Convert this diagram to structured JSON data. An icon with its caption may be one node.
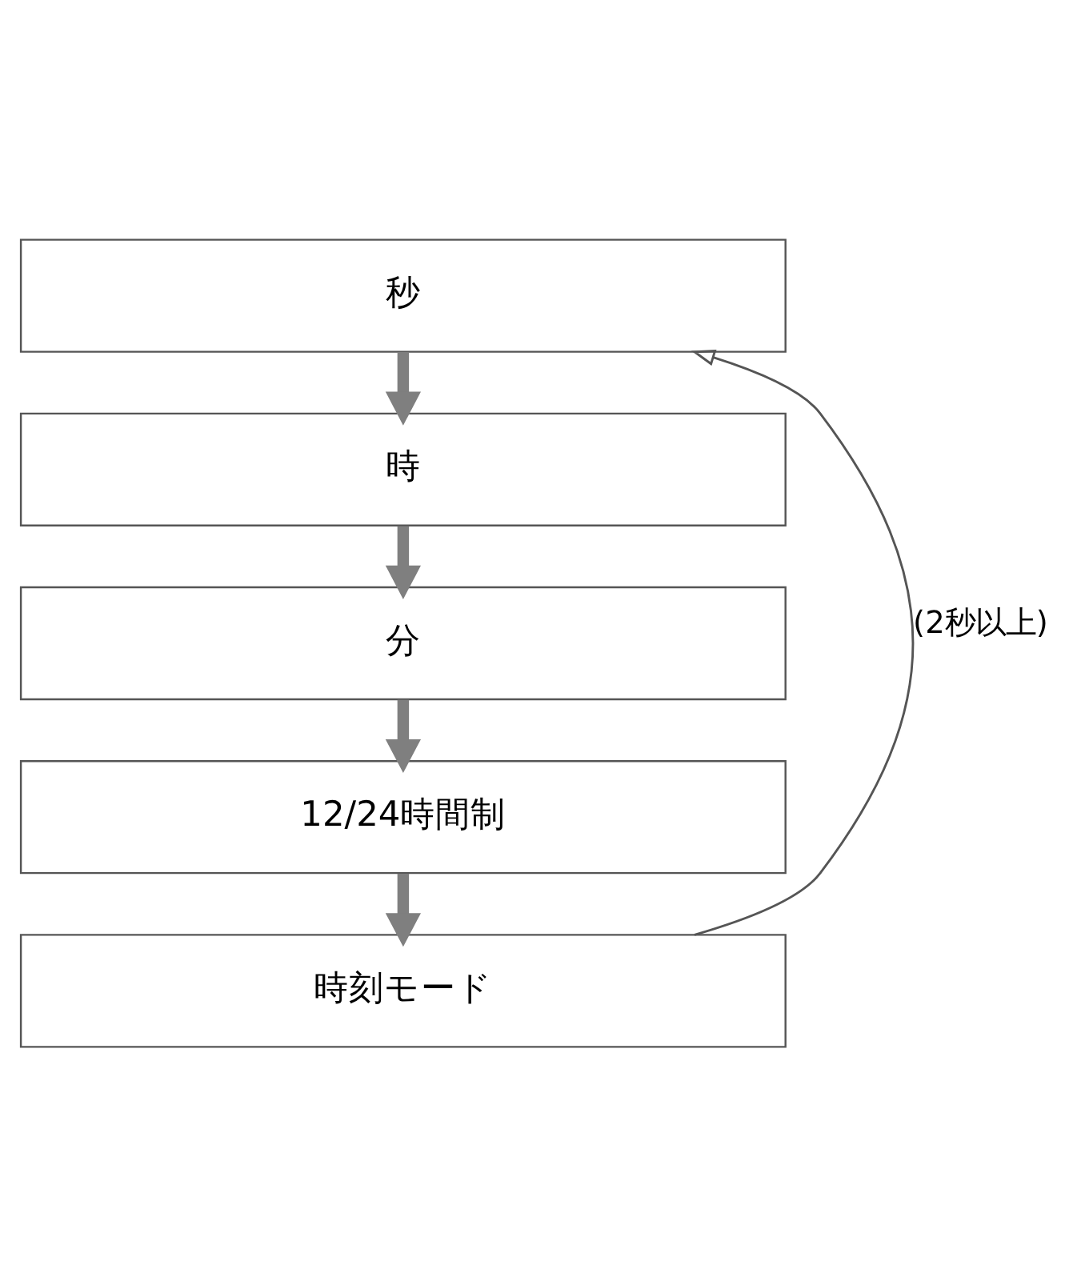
{
  "diagram": {
    "nodes": [
      {
        "text": [
          "秒"
        ]
      },
      {
        "text": [
          "時"
        ]
      },
      {
        "text": [
          "分"
        ]
      },
      {
        "text": [
          "12/24時間制"
        ]
      },
      {
        "text": [
          "時刻モード"
        ]
      }
    ],
    "edges": [
      {
        "from": 0,
        "to": 1,
        "arrow": "to"
      },
      {
        "from": 1,
        "to": 2,
        "arrow": "to"
      },
      {
        "from": 2,
        "to": 3,
        "arrow": "to"
      },
      {
        "from": 3,
        "to": 4,
        "arrow": "to"
      },
      {
        "from": 4,
        "to": 0,
        "arrow": "to",
        "label": "(2秒以上)",
        "color": "#555555"
      }
    ]
  }
}
